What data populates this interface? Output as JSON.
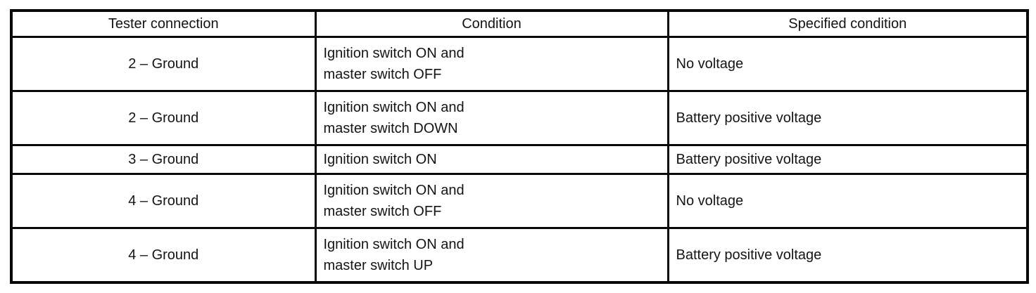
{
  "colors": {
    "border": "#080808",
    "text": "#141414",
    "background": "#ffffff"
  },
  "table": {
    "headers": [
      "Tester connection",
      "Condition",
      "Specified condition"
    ],
    "rows": [
      {
        "tester": "2 – Ground",
        "condition_lines": [
          "Ignition switch ON and",
          "master switch OFF"
        ],
        "specified": "No voltage"
      },
      {
        "tester": "2 – Ground",
        "condition_lines": [
          "Ignition switch ON and",
          "master switch DOWN"
        ],
        "specified": "Battery positive voltage"
      },
      {
        "tester": "3 – Ground",
        "condition_lines": [
          "Ignition switch ON"
        ],
        "specified": "Battery positive voltage"
      },
      {
        "tester": "4 – Ground",
        "condition_lines": [
          "Ignition switch ON and",
          "master switch OFF"
        ],
        "specified": "No voltage"
      },
      {
        "tester": "4 – Ground",
        "condition_lines": [
          "Ignition switch ON and",
          "master switch UP"
        ],
        "specified": "Battery positive voltage"
      }
    ]
  }
}
